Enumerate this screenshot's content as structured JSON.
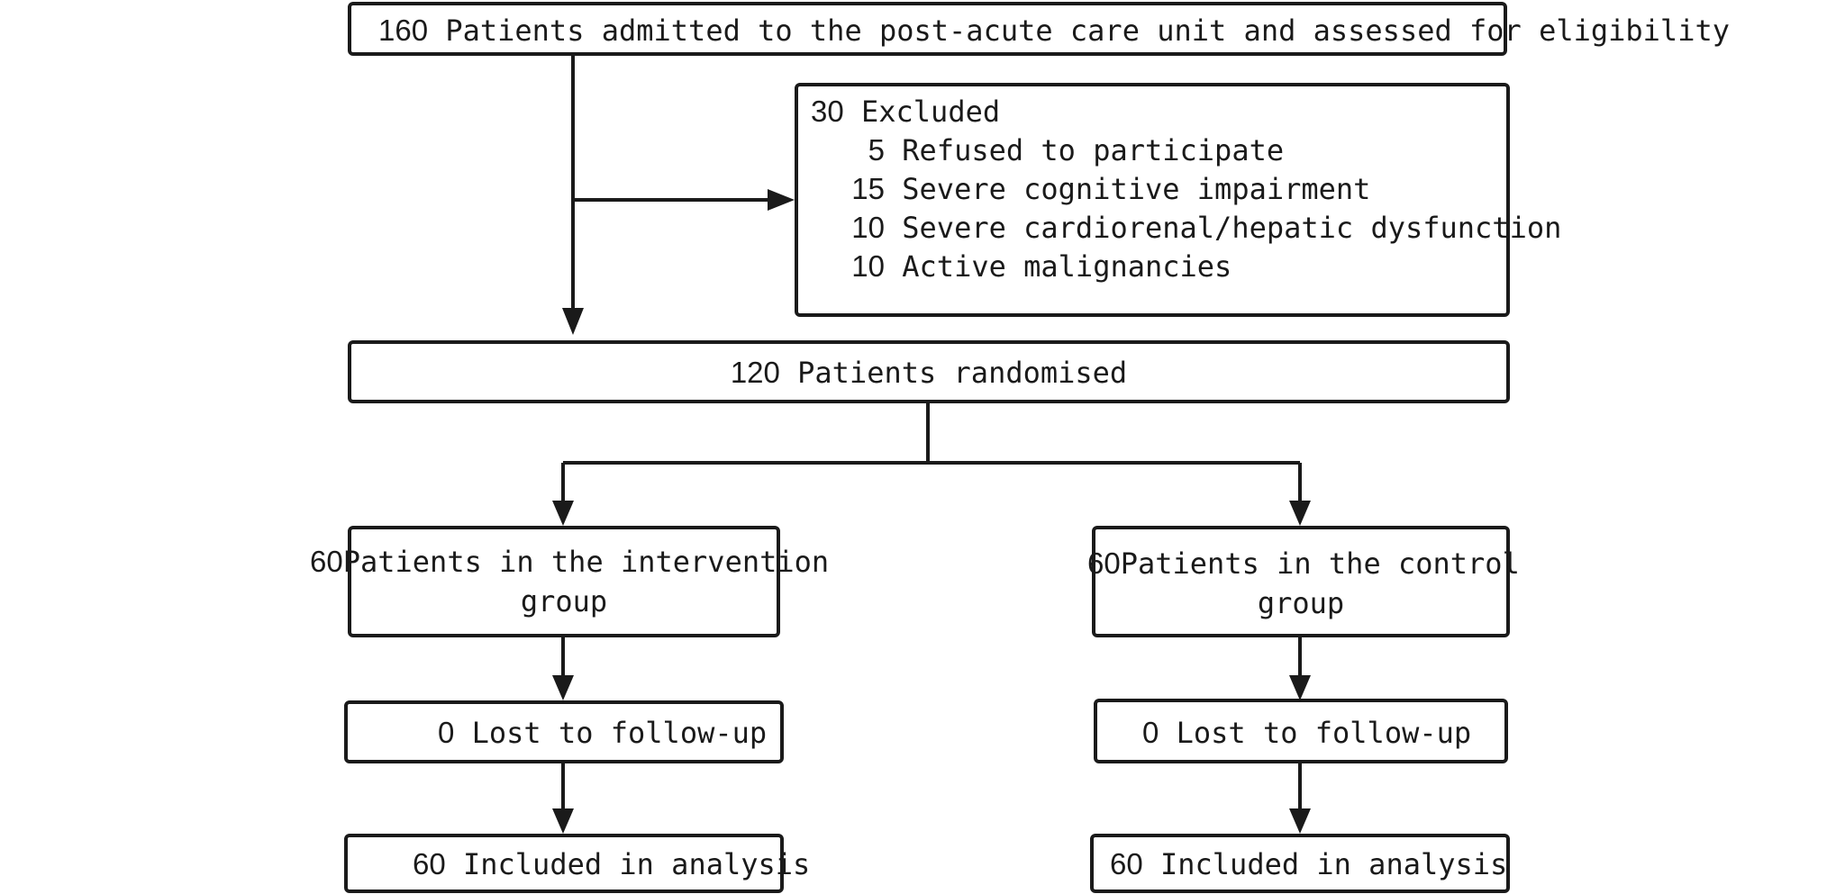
{
  "screening": {
    "count": "160",
    "label": "Patients admitted to the post-acute care unit and assessed for eligibility"
  },
  "excluded": {
    "count": "30",
    "label": "Excluded",
    "reasons": [
      {
        "count": "5",
        "label": "Refused to participate"
      },
      {
        "count": "15",
        "label": "Severe cognitive impairment"
      },
      {
        "count": "10",
        "label": "Severe cardiorenal/hepatic dysfunction"
      },
      {
        "count": "10",
        "label": "Active malignancies"
      }
    ]
  },
  "randomised": {
    "count": "120",
    "label": "Patients randomised"
  },
  "intervention": {
    "allocation": {
      "count": "60",
      "label_line1": "Patients in the intervention",
      "label_line2": "group"
    },
    "followup": {
      "count": "0",
      "label": "Lost to follow-up"
    },
    "analysis": {
      "count": "60",
      "label": "Included in analysis"
    }
  },
  "control": {
    "allocation": {
      "count": "60",
      "label_line1": "Patients in the control",
      "label_line2": "group"
    },
    "followup": {
      "count": "0",
      "label": "Lost to follow-up"
    },
    "analysis": {
      "count": "60",
      "label": "Included in analysis"
    }
  },
  "colors": {
    "stroke": "#1a1a1a",
    "background": "#ffffff"
  }
}
